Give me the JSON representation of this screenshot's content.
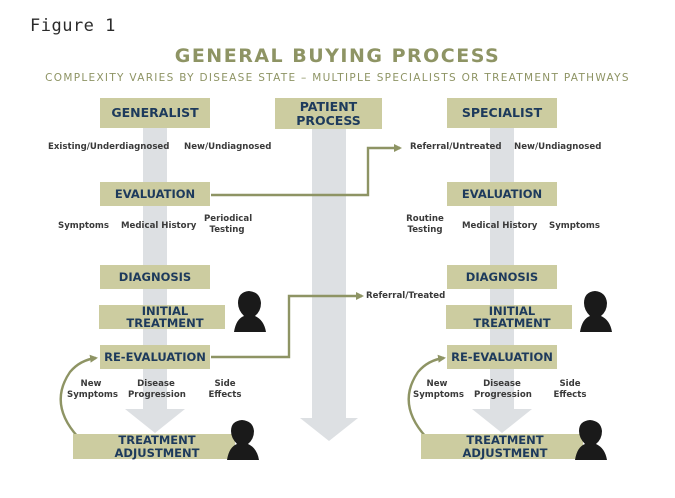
{
  "figure_label": "Figure 1",
  "title": "GENERAL BUYING PROCESS",
  "subtitle": "COMPLEXITY VARIES BY DISEASE STATE – MULTIPLE SPECIALISTS OR TREATMENT PATHWAYS",
  "colors": {
    "box_fill": "#cccca0",
    "box_text": "#1d3a5c",
    "title": "#8e9464",
    "connector": "#8e9464",
    "flow_arrow": "#dde0e3",
    "silhouette": "#1a1a1a"
  },
  "icons": [
    "person-silhouette-icon"
  ],
  "generalist": {
    "header": "GENERALIST",
    "entry_labels": [
      "Existing/Underdiagnosed",
      "New/Undiagnosed"
    ],
    "evaluation": "EVALUATION",
    "evaluation_factors": [
      "Symptoms",
      "Medical History",
      "Periodical Testing"
    ],
    "diagnosis": "DIAGNOSIS",
    "initial_treatment": "INITIAL TREATMENT",
    "re_evaluation": "RE-EVALUATION",
    "re_eval_factors": [
      "New Symptoms",
      "Disease Progression",
      "Side Effects"
    ],
    "treatment_adjustment": "TREATMENT ADJUSTMENT"
  },
  "patient": {
    "header": "PATIENT PROCESS"
  },
  "specialist": {
    "header": "SPECIALIST",
    "entry_labels": [
      "Referral/Untreated",
      "New/Undiagnosed"
    ],
    "evaluation": "EVALUATION",
    "evaluation_factors": [
      "Routine Testing",
      "Medical History",
      "Symptoms"
    ],
    "diagnosis": "DIAGNOSIS",
    "initial_treatment": "INITIAL TREATMENT",
    "re_evaluation": "RE-EVALUATION",
    "re_eval_factors": [
      "New Symptoms",
      "Disease Progression",
      "Side Effects"
    ],
    "treatment_adjustment": "TREATMENT ADJUSTMENT"
  },
  "referral_treated": "Referral/Treated"
}
